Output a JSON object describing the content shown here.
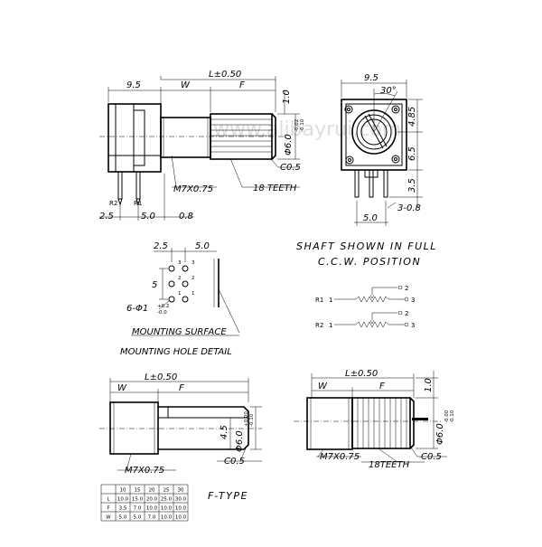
{
  "watermark": "www.alibayrui.com",
  "side_view": {
    "dim_9_5": "9.5",
    "dim_W": "W",
    "dim_L": "L±0.50",
    "dim_F": "F",
    "dim_1_0": "1.0",
    "dim_shaft": "Φ6.0",
    "dim_shaft_tol_top": "-0.02",
    "dim_shaft_tol_bot": "-0.10",
    "chamfer": "C0.5",
    "thread": "M7X0.75",
    "teeth": "18 TEETH",
    "pin_r2": "R2",
    "pin_r1": "R1",
    "dim_2_5": "2.5",
    "dim_5_0": "5.0",
    "dim_0_8": "0.8"
  },
  "front_view": {
    "dim_9_5": "9.5",
    "angle": "30°",
    "dim_4_85": "4.85",
    "dim_6_5": "6.5",
    "dim_3_5": "3.5",
    "dim_3_0_8": "3-0.8",
    "dim_5_0": "5.0"
  },
  "shaft_note": {
    "line1": "SHAFT SHOWN IN FULL",
    "line2": "C.C.W. POSITION"
  },
  "schematic": {
    "r1_label": "R1",
    "r2_label": "R2",
    "pin1": "1",
    "pin2": "2",
    "pin3": "3"
  },
  "hole_detail": {
    "dim_2_5": "2.5",
    "dim_5_0": "5.0",
    "dim_5": "5",
    "holes": "6-Φ1",
    "hole_tol_top": "+0.2",
    "hole_tol_bot": "-0.0",
    "label_3": "3",
    "label_2": "2",
    "label_1": "1",
    "mounting_surface": "MOUNTING SURFACE",
    "caption": "MOUNTING HOLE DETAIL"
  },
  "ftype": {
    "dim_L": "L±0.50",
    "dim_W": "W",
    "dim_F": "F",
    "dim_4_5": "4.5",
    "dim_shaft": "Φ6.0",
    "dim_shaft_tol_top": "+0.00",
    "dim_shaft_tol_bot": "-0.10",
    "chamfer": "C0.5",
    "thread": "M7X0.75",
    "caption": "F-TYPE"
  },
  "knurl_view": {
    "dim_L": "L±0.50",
    "dim_W": "W",
    "dim_F": "F",
    "dim_1_0": "1.0",
    "dim_shaft": "Φ6.0",
    "dim_shaft_tol_top": "-0.00",
    "dim_shaft_tol_bot": "-0.10",
    "chamfer": "C0.5",
    "thread": "M7X0.75",
    "teeth": "18TEETH"
  },
  "dim_table": {
    "header": [
      "",
      "10",
      "15",
      "20",
      "25",
      "30"
    ],
    "rows": [
      [
        "L",
        "10.0",
        "15.0",
        "20.0",
        "25.0",
        "30.0"
      ],
      [
        "F",
        "3.5",
        "7.0",
        "10.0",
        "10.0",
        "10.0"
      ],
      [
        "W",
        "5.0",
        "5.0",
        "7.0",
        "10.0",
        "10.0"
      ]
    ]
  }
}
